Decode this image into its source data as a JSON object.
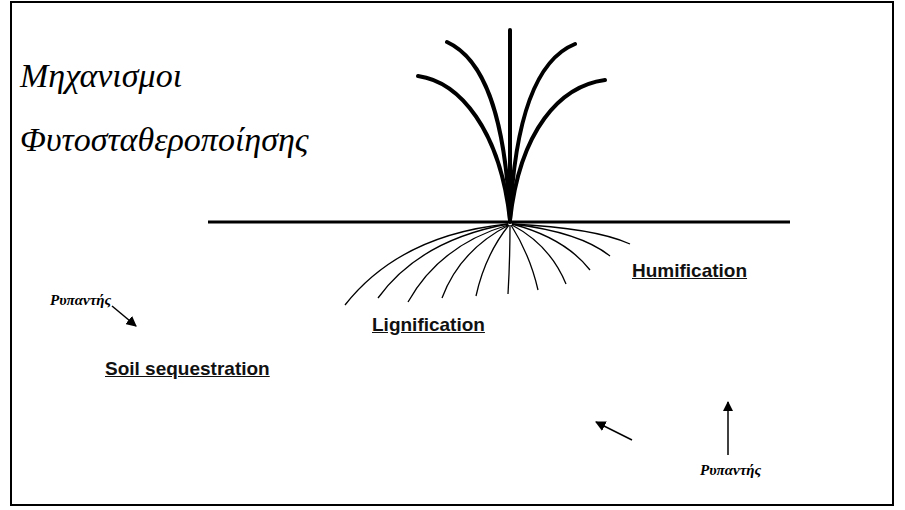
{
  "diagram": {
    "title": "Μηχανισμοι Φυτοσταθεροποίησης",
    "labels": [
      "Ρυπαντής",
      "Soil sequestration",
      "Lignification",
      "Humification",
      "Ρυπαντής"
    ]
  }
}
